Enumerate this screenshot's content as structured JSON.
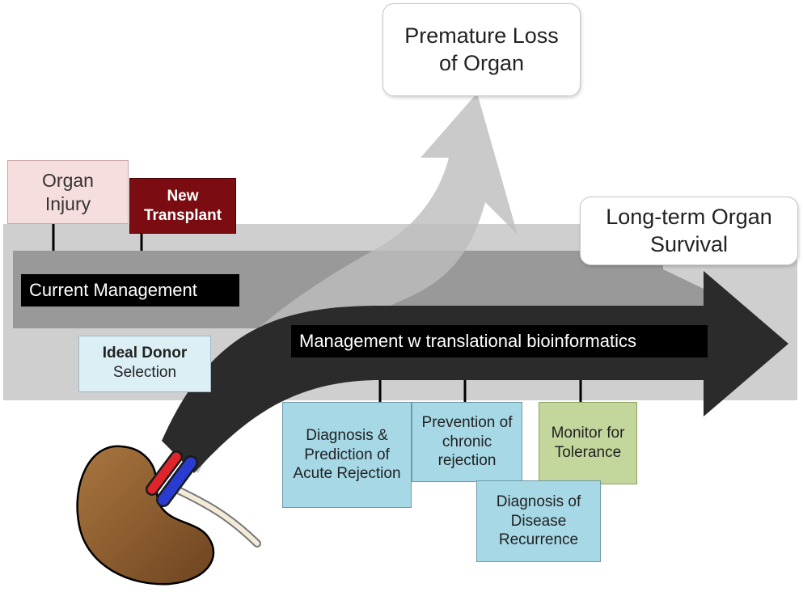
{
  "outcomes": {
    "premature_loss": "Premature Loss of Organ",
    "long_term_survival": "Long-term Organ Survival"
  },
  "events": {
    "organ_injury": "Organ Injury",
    "new_transplant": "New Transplant"
  },
  "pathways": {
    "current_management": "Current Management",
    "translational_management": "Management w translational bioinformatics"
  },
  "ideal_donor": {
    "bold": "Ideal Donor",
    "rest": "Selection"
  },
  "interventions": {
    "acute_rejection": "Diagnosis & Prediction of Acute Rejection",
    "chronic_rejection": "Prevention of chronic rejection",
    "tolerance": "Monitor for Tolerance",
    "disease_recurrence": "Diagnosis of Disease Recurrence"
  },
  "colors": {
    "band": "#cfcfcf",
    "current_arrow": "#8f8f8f",
    "loss_arrow": "#bdbdbd",
    "bioinformatics_arrow": "#2b2b2b",
    "new_transplant": "#7a0c12",
    "organ_injury": "#f7dede",
    "ideal_donor": "#dbeff5",
    "intervention": "#a6d8e6",
    "tolerance": "#c3d69b",
    "kidney": "#8b5a2b"
  }
}
